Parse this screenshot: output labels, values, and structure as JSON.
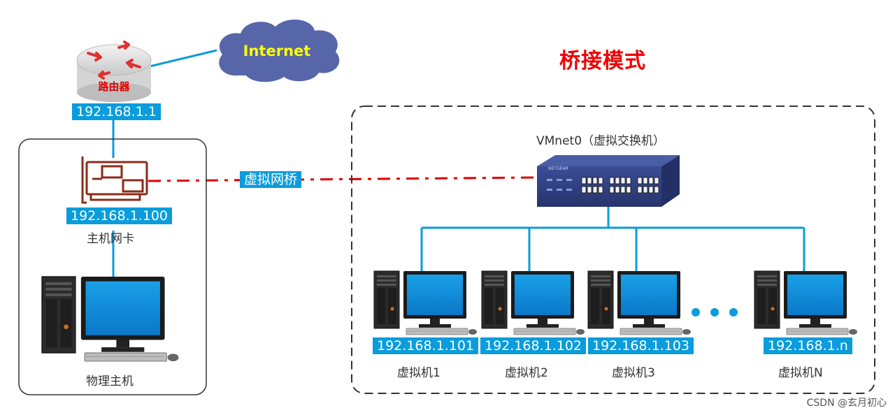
{
  "title": "桥接模式",
  "router": {
    "label": "路由器",
    "ip": "192.168.1.1"
  },
  "internet": {
    "label": "Internet"
  },
  "host": {
    "nic_ip": "192.168.1.100",
    "nic_label": "主机网卡",
    "pc_label": "物理主机"
  },
  "bridge_label": "虚拟网桥",
  "switch": {
    "label": "VMnet0（虚拟交换机）",
    "brand": "NETGEAR"
  },
  "vms": [
    {
      "ip": "192.168.1.101",
      "label": "虚拟机1"
    },
    {
      "ip": "192.168.1.102",
      "label": "虚拟机2"
    },
    {
      "ip": "192.168.1.103",
      "label": "虚拟机3"
    },
    {
      "ip": "192.168.1.n",
      "label": "虚拟机N"
    }
  ],
  "watermark": "CSDN @玄月初心",
  "colors": {
    "line": "#0a9cdc",
    "bridge": "#e00000",
    "title": "#f00000",
    "cloud": "#5766a8",
    "internet_text": "#ffff00"
  }
}
